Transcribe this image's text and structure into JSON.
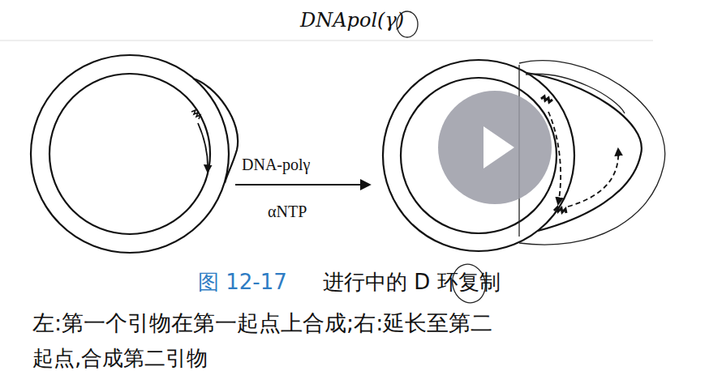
{
  "diagram": {
    "labels": [
      "DNApol(γ)",
      "DNA-polγ",
      "αNTP",
      "图 12-17",
      "进行中的 D 环复制",
      "左:第一个引物在第一起点上合成;右:延长至第二",
      "起点,合成第二引物"
    ]
  }
}
